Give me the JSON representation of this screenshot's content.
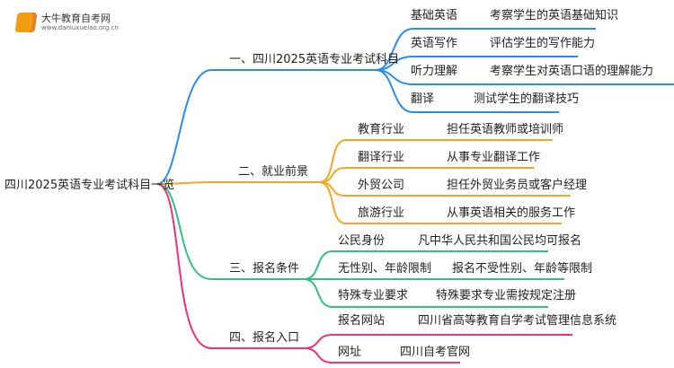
{
  "logo": {
    "name": "大牛教育自考网",
    "url": "www.daniuxueiao.org.cn"
  },
  "root": "四川2025英语专业考试科目一览",
  "colors": {
    "blue": "#2b8cf0",
    "orange": "#f5a623",
    "green": "#2ec27e",
    "pink": "#f0307a"
  },
  "branches": [
    {
      "label": "一、四川2025英语专业考试科目",
      "items": [
        {
          "label": "基础英语",
          "desc": "考察学生的英语基础知识"
        },
        {
          "label": "英语写作",
          "desc": "评估学生的写作能力"
        },
        {
          "label": "听力理解",
          "desc": "考察学生对英语口语的理解能力"
        },
        {
          "label": "翻译",
          "desc": "测试学生的翻译技巧"
        }
      ]
    },
    {
      "label": "二、就业前景",
      "items": [
        {
          "label": "教育行业",
          "desc": "担任英语教师或培训师"
        },
        {
          "label": "翻译行业",
          "desc": "从事专业翻译工作"
        },
        {
          "label": "外贸公司",
          "desc": "担任外贸业务员或客户经理"
        },
        {
          "label": "旅游行业",
          "desc": "从事英语相关的服务工作"
        }
      ]
    },
    {
      "label": "三、报名条件",
      "items": [
        {
          "label": "公民身份",
          "desc": "凡中华人民共和国公民均可报名"
        },
        {
          "label": "无性别、年龄限制",
          "desc": "报名不受性别、年龄等限制"
        },
        {
          "label": "特殊专业要求",
          "desc": "特殊要求专业需按规定注册"
        }
      ]
    },
    {
      "label": "四、报名入口",
      "items": [
        {
          "label": "报名网站",
          "desc": "四川省高等教育自学考试管理信息系统"
        },
        {
          "label": "网址",
          "desc": "四川自考官网"
        }
      ]
    }
  ]
}
